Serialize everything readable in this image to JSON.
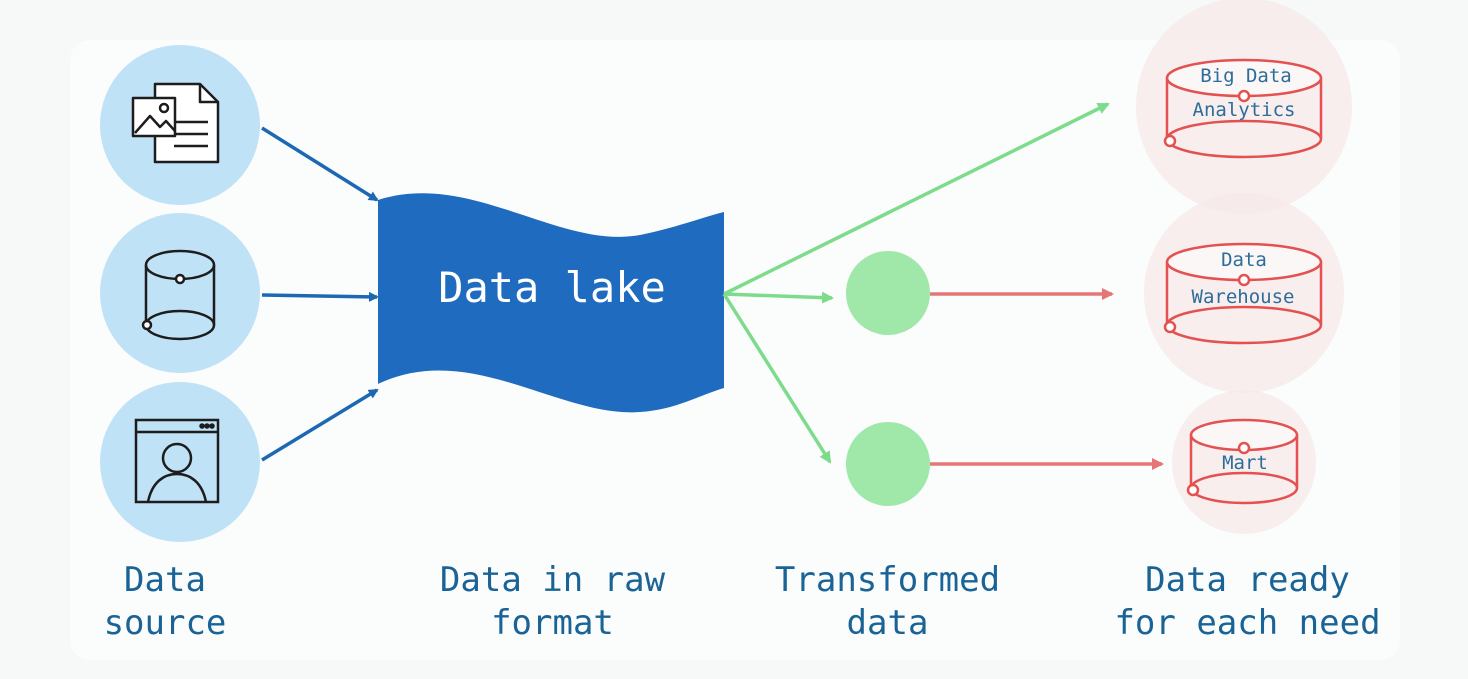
{
  "lake": {
    "label": "Data lake"
  },
  "targets": {
    "big_data_line1": "Big Data",
    "big_data_line2": "Analytics",
    "warehouse_line1": "Data",
    "warehouse_line2": "Warehouse",
    "mart": "Mart"
  },
  "captions": {
    "source": "Data\nsource",
    "raw": "Data in raw\nformat",
    "transformed": "Transformed\ndata",
    "ready": "Data ready\nfor each need"
  },
  "colors": {
    "source_circle": "#bfe2f6",
    "lake_fill": "#1f6bbf",
    "source_arrow": "#1d68b3",
    "green_arrow": "#7ddb8c",
    "transform_circle": "#9fe8a9",
    "red_arrow": "#e67676",
    "target_stroke": "#e35151",
    "target_bg": "#f6e8e8",
    "caption": "#1a6396"
  },
  "icons": [
    "document-image-icon",
    "database-icon",
    "user-profile-icon",
    "big-data-database-icon",
    "warehouse-database-icon",
    "mart-database-icon"
  ]
}
